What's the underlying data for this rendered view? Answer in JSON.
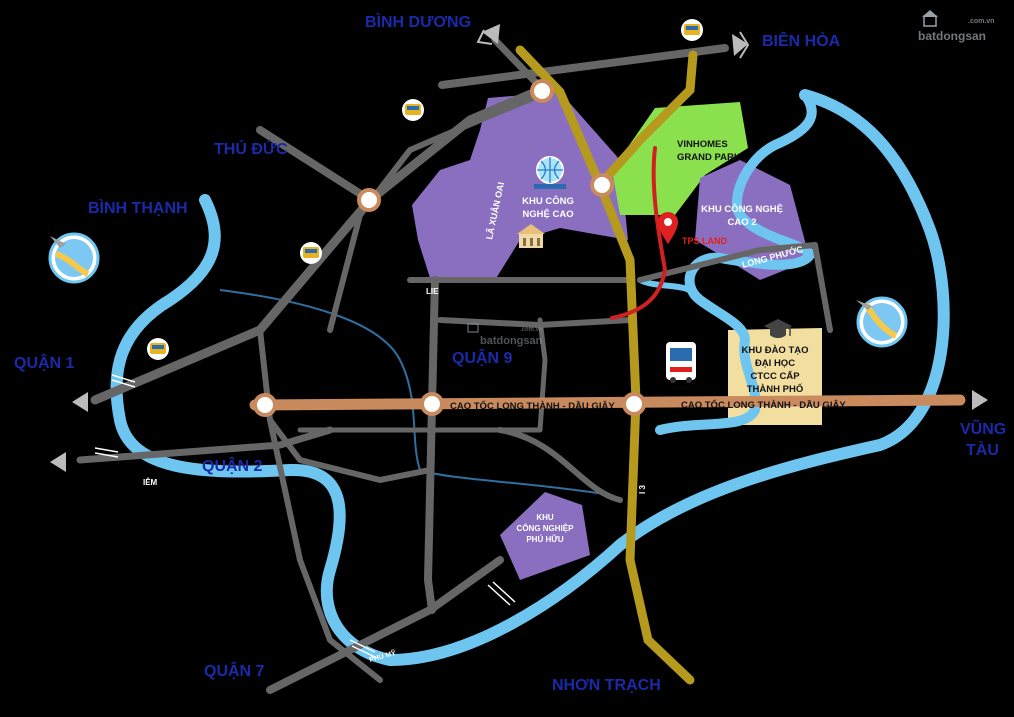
{
  "watermark": {
    "brand": "batdongsan",
    "domain": ".com.vn"
  },
  "places": {
    "binh_duong": "BÌNH DƯƠNG",
    "bien_hoa": "BIÊN HÒA",
    "thu_duc": "THỦ ĐỨC",
    "binh_thanh": "BÌNH THẠNH",
    "quan_1": "QUẬN 1",
    "quan_2": "QUẬN 2",
    "quan_7": "QUẬN 7",
    "quan_9": "QUẬN 9",
    "nhon_trach": "NHƠN TRẠCH",
    "vung_tau_1": "VŨNG",
    "vung_tau_2": "TÀU"
  },
  "zones": {
    "khu_cong_nghe_cao": [
      "KHU CÔNG",
      "NGHỆ CAO"
    ],
    "la_xuan_oai": "LÃ XUÂN OAI",
    "vinhomes": [
      "VINHOMES",
      "GRAND PARK"
    ],
    "khu_cong_nghe_cao_2": [
      "KHU CÔNG NGHỆ",
      "CAO 2"
    ],
    "long_phuoc": "LONG PHƯỚC",
    "tps_land": "TPS LAND",
    "dai_hoc": [
      "KHU ĐÀO TẠO",
      "ĐẠI HỌC",
      "CTCC CẤP",
      "THÀNH PHỐ"
    ],
    "phu_huu": [
      "KHU",
      "CÔNG NGHIỆP",
      "PHÚ HỮU"
    ]
  },
  "roads": {
    "cao_toc_left": "CAO TỐC LONG THÀNH - DẦU GIÂY",
    "cao_toc_right": "CAO TỐC LONG THÀNH - DẦU GIÂY",
    "ring_3": "I 3",
    "fragment_lie": "LIE",
    "fragment_iem": "IÊM",
    "fragment_phu_my": "PHÚ MỸ"
  },
  "colors": {
    "river": "#6ec6f0",
    "road": "#666666",
    "expressway": "#c98a5e",
    "ring_road": "#b59a1e",
    "purple_zone": "#8a6fc0",
    "green_zone": "#8be04e",
    "beige_zone": "#f2dfa0",
    "label_blue": "#1a2aa8",
    "marker_red": "#e02020"
  }
}
